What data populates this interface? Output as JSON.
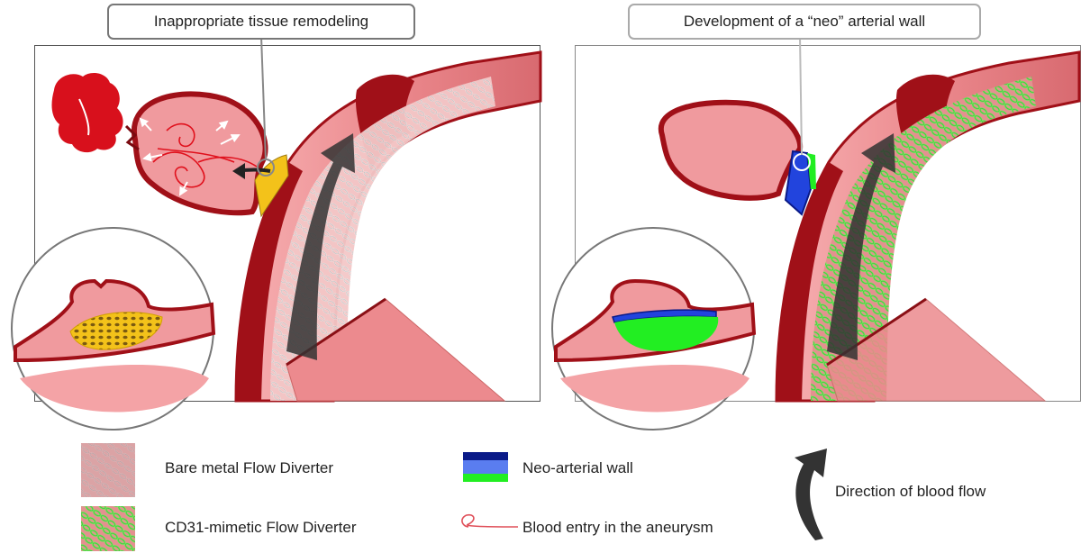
{
  "callouts": {
    "left": "Inappropriate tissue remodeling",
    "right": "Development of a “neo” arterial wall"
  },
  "legend": {
    "bare_metal": "Bare metal Flow Diverter",
    "cd31": "CD31-mimetic Flow Diverter",
    "neo_wall": "Neo-arterial wall",
    "blood_entry": "Blood entry in the aneurysm",
    "blood_flow": "Direction of blood flow"
  },
  "colors": {
    "vessel_outer": "#e8868a",
    "vessel_wall": "#a01018",
    "vessel_inner": "#f4b3b3",
    "blood_red": "#e0101c",
    "tissue_yellow": "#f3c21a",
    "neo_blue": "#2244dd",
    "neo_dark": "#0a1a88",
    "neo_green": "#22ee22",
    "stent_green": "#5ee84a",
    "flow_arrow": "#333333"
  }
}
